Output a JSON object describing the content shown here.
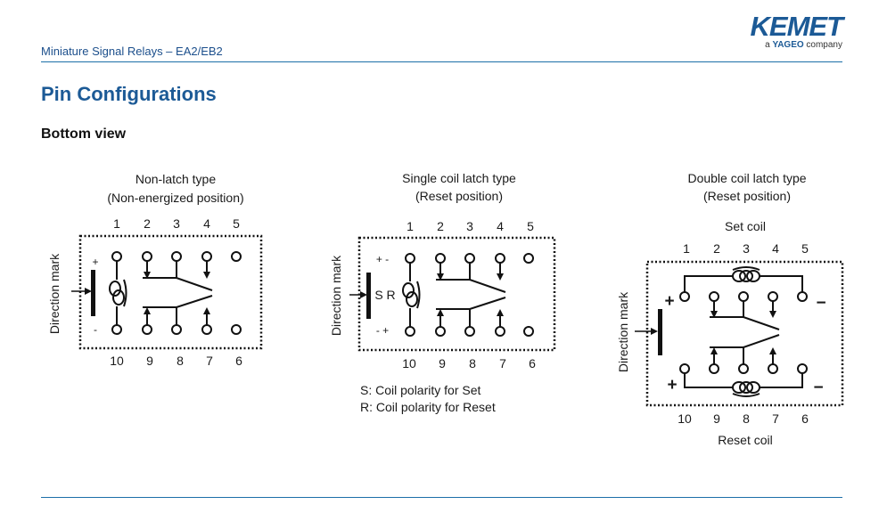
{
  "header": {
    "doc_title": "Miniature Signal Relays – EA2/EB2"
  },
  "brand": {
    "name": "KEMET",
    "tagline_prefix": "a ",
    "tagline_brand": "YAGEO",
    "tagline_suffix": " company",
    "color": "#1c5a96"
  },
  "page_title": "Pin Configurations",
  "section_title": "Bottom view",
  "common": {
    "direction_mark": "Direction mark"
  },
  "nonlatch": {
    "title_line1": "Non-latch type",
    "title_line2": "(Non-energized position)",
    "top_pins": [
      "1",
      "2",
      "3",
      "4",
      "5"
    ],
    "bottom_pins": [
      "10",
      "9",
      "8",
      "7",
      "6"
    ],
    "plus": "+",
    "minus": "-"
  },
  "single": {
    "title_line1": "Single coil latch type",
    "title_line2": "(Reset position)",
    "top_pins": [
      "1",
      "2",
      "3",
      "4",
      "5"
    ],
    "bottom_pins": [
      "10",
      "9",
      "8",
      "7",
      "6"
    ],
    "top_polarity": "+ -",
    "bottom_polarity": "- +",
    "sr_label": "S R",
    "note1": "S: Coil polarity for Set",
    "note2": "R: Coil polarity for Reset"
  },
  "double": {
    "title_line1": "Double coil latch type",
    "title_line2": "(Reset position)",
    "set_coil": "Set coil",
    "reset_coil": "Reset coil",
    "top_pins": [
      "1",
      "2",
      "3",
      "4",
      "5"
    ],
    "bottom_pins": [
      "10",
      "9",
      "8",
      "7",
      "6"
    ],
    "plus": "+",
    "minus": "−"
  }
}
